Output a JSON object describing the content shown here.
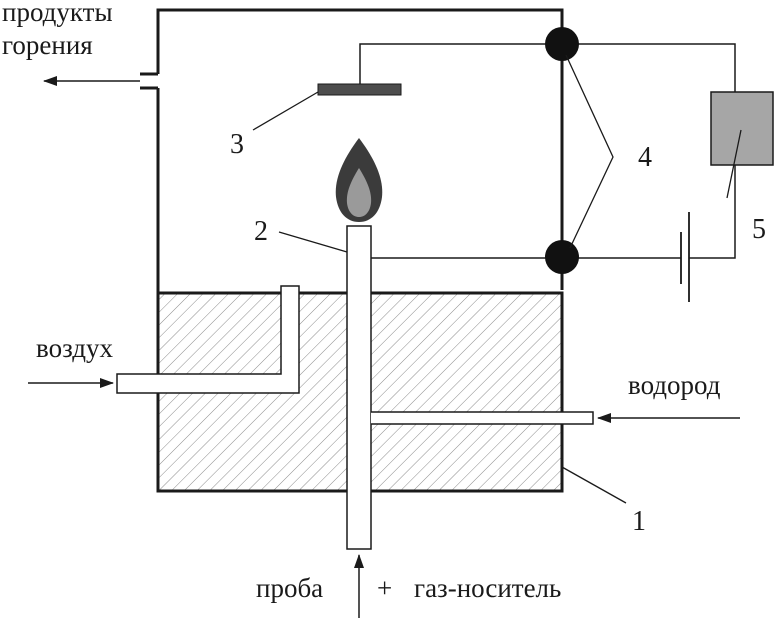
{
  "labels": {
    "combustion_products_line1": "продукты",
    "combustion_products_line2": "горения",
    "air": "воздух",
    "hydrogen": "водород",
    "sample": "проба",
    "plus": "+",
    "carrier_gas": "газ-носитель"
  },
  "callouts": {
    "housing": "1",
    "burner_nozzle": "2",
    "collector_electrode": "3",
    "terminals": "4",
    "meter": "5"
  },
  "colors": {
    "line": "#1a1a1a",
    "meter_fill": "#a6a6a6",
    "electrode_fill": "#4d4d4d",
    "flame_outer": "#3b3b3b",
    "flame_inner": "#9a9a9a",
    "terminal_fill": "#111111",
    "tube_fill": "#ffffff"
  }
}
